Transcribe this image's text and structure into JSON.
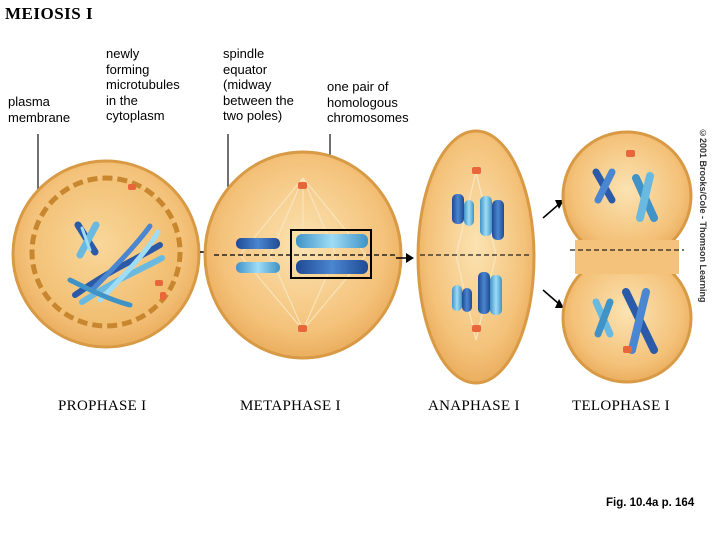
{
  "title": "MEIOSIS I",
  "callouts": {
    "plasma_membrane": "plasma\nmembrane",
    "microtubules": "newly\nforming\nmicrotubules\nin the\ncytoplasm",
    "spindle_equator": "spindle\nequator\n(midway\nbetween the\ntwo poles)",
    "homologous_pair": "one pair of\nhomologous\nchromosomes"
  },
  "stages": {
    "prophase": "PROPHASE I",
    "metaphase": "METAPHASE I",
    "anaphase": "ANAPHASE I",
    "telophase": "TELOPHASE I"
  },
  "caption": "Fig. 10.4a p. 164",
  "copyright": "©2001 Brooks/Cole - Thomson Learning",
  "colors": {
    "cytoplasm": "#f4c27a",
    "cell_edge": "#d99a45",
    "chromosome_dark": "#2a5aa8",
    "chromosome_light": "#69b9e0",
    "centrosome": "#e8663a",
    "nucleus_edge": "#c8872f"
  }
}
